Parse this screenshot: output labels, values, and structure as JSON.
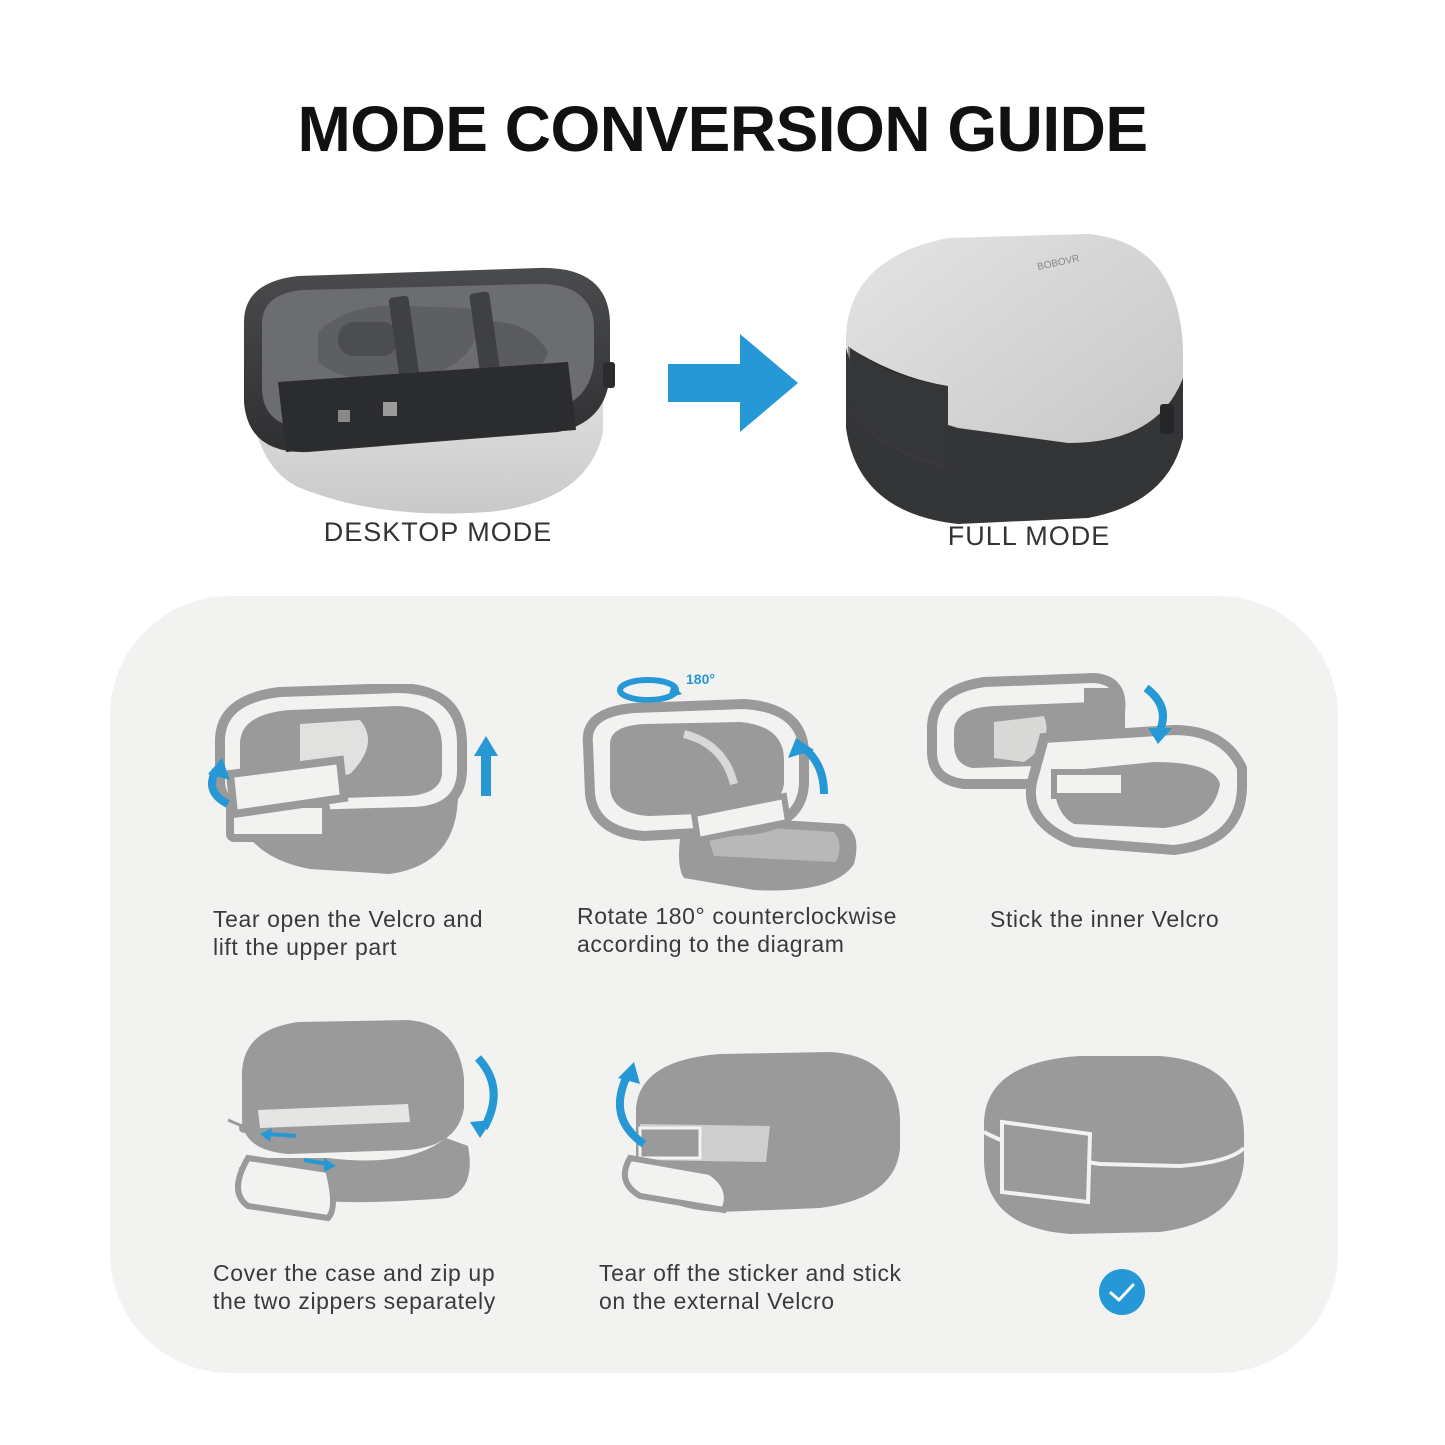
{
  "title": "MODE CONVERSION GUIDE",
  "modes": {
    "desktop_label": "DESKTOP MODE",
    "full_label": "FULL MODE",
    "brand_mark": "BOBOVR"
  },
  "colors": {
    "accent": "#2698d6",
    "case_dark": "#3c3d3f",
    "case_light": "#d6d6d6",
    "illustration_gray": "#9a9a9a",
    "panel_bg": "#f2f2f1"
  },
  "steps": [
    {
      "line1": "Tear open the Velcro and",
      "line2": "lift the upper part",
      "icon": "case-open-lift-icon"
    },
    {
      "line1": "Rotate 180° counterclockwise",
      "line2": "according to the diagram",
      "icon": "case-rotate-icon",
      "rotate_label": "180°"
    },
    {
      "line1": "Stick the inner Velcro",
      "line2": "",
      "icon": "case-stick-velcro-icon"
    },
    {
      "line1": "Cover the case and zip up",
      "line2": "the two zippers separately",
      "icon": "case-zip-icon"
    },
    {
      "line1": "Tear off the sticker and stick",
      "line2": "on the external Velcro",
      "icon": "case-sticker-icon"
    },
    {
      "line1": "",
      "line2": "",
      "icon": "case-closed-icon",
      "done_icon": "checkmark-icon"
    }
  ]
}
